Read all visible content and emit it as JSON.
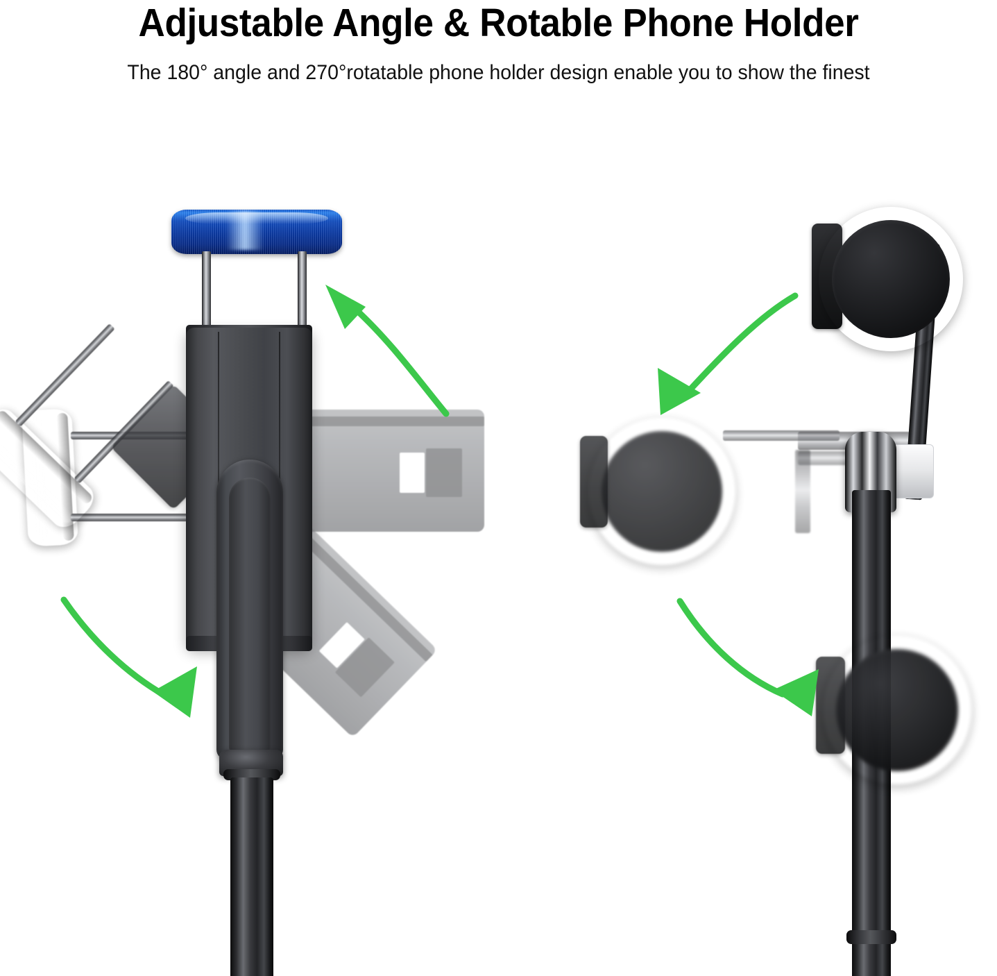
{
  "header": {
    "title": "Adjustable Angle & Rotable Phone Holder",
    "subtitle": "The 180° angle and 270°rotatable phone holder design enable you to show the finest"
  },
  "colors": {
    "accent_blue": "#0d3ba5",
    "blue_highlight": "#2e86f5",
    "arrow_green": "#3cc84b",
    "body_dark": "#46474b",
    "pole_black": "#17181a",
    "ghost_gray": "#7b7d82",
    "background": "#ffffff",
    "text": "#000000"
  },
  "illustration": {
    "left_panel": {
      "name": "angle-adjustment-demo",
      "caption_degrees": "180°",
      "parts": [
        {
          "name": "blue-knurled-knob-top",
          "label": "Blue knurled adjustment knob"
        },
        {
          "name": "chrome-rod-left",
          "label": "Chrome support rod"
        },
        {
          "name": "chrome-rod-right",
          "label": "Chrome support rod"
        },
        {
          "name": "main-clamp-body",
          "label": "Phone clamp body"
        },
        {
          "name": "clamp-ridge",
          "label": "Clamp center ridge"
        },
        {
          "name": "mounting-pole",
          "label": "Glossy black mounting pole"
        },
        {
          "name": "ghost-knob-45deg",
          "label": "Knob rotated 45 degrees"
        },
        {
          "name": "ghost-knob-90deg",
          "label": "Knob rotated 90 degrees"
        },
        {
          "name": "ghost-clamp-right-0deg",
          "label": "Clamp ghost position"
        },
        {
          "name": "ghost-clamp-right-45deg",
          "label": "Clamp ghost position rotated"
        }
      ],
      "arrows": [
        {
          "name": "arrow-upper-left",
          "direction": "up-left"
        },
        {
          "name": "arrow-lower-left",
          "direction": "down-right"
        }
      ]
    },
    "right_panel": {
      "name": "rotation-demo",
      "caption_degrees": "270°",
      "parts": [
        {
          "name": "magnetic-disc-top",
          "label": "Magnetic disc mount, upper position"
        },
        {
          "name": "magnetic-disc-left",
          "label": "Magnetic disc mount, left position"
        },
        {
          "name": "magnetic-disc-bottom",
          "label": "Magnetic disc mount, lower position"
        },
        {
          "name": "chrome-ball-joint",
          "label": "Chrome ball pivot joint"
        },
        {
          "name": "swivel-arm",
          "label": "Black swivel arm"
        },
        {
          "name": "mounting-pole",
          "label": "Glossy black mounting pole"
        },
        {
          "name": "ghost-arm-horizontal",
          "label": "Arm ghost position"
        }
      ],
      "arrows": [
        {
          "name": "arrow-upper-right",
          "direction": "down-left"
        },
        {
          "name": "arrow-lower-right",
          "direction": "down-right"
        }
      ]
    }
  }
}
